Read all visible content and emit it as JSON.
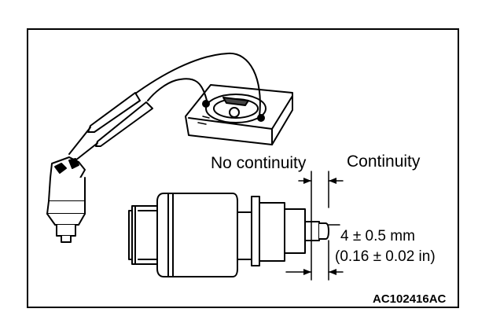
{
  "labels": {
    "no_continuity": "No continuity",
    "continuity": "Continuity",
    "dimension_mm": "4 ± 0.5 mm",
    "dimension_in": "(0.16 ± 0.02 in)",
    "figure_code": "AC102416AC"
  }
}
